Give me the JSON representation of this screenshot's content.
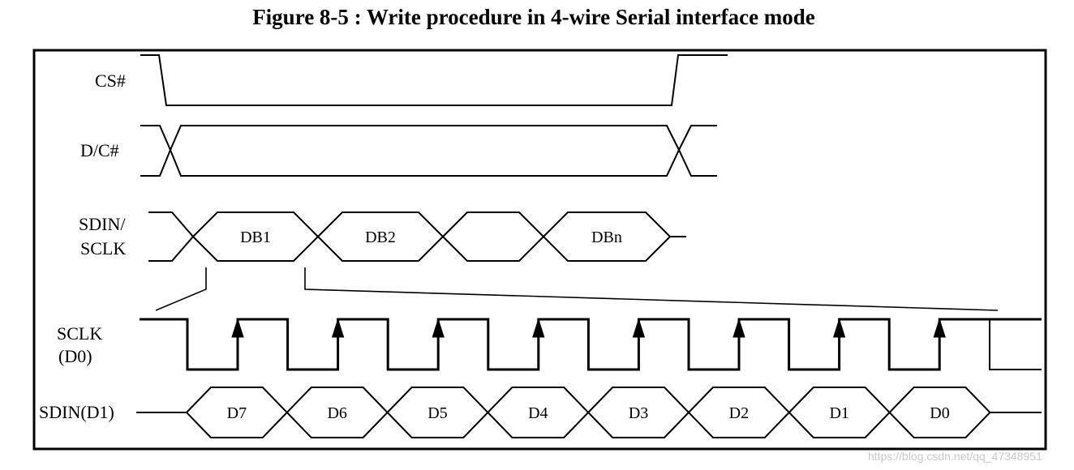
{
  "title": "Figure 8-5 : Write procedure in 4-wire Serial interface mode",
  "signals": {
    "cs": "CS#",
    "dc": "D/C#",
    "sdin_sclk_line1": "SDIN/",
    "sdin_sclk_line2": "SCLK",
    "sclk_line1": "SCLK",
    "sclk_line2": "(D0)",
    "sdin_d1": "SDIN(D1)"
  },
  "bytes": [
    "DB1",
    "DB2",
    "",
    "DBn"
  ],
  "bits": [
    "D7",
    "D6",
    "D5",
    "D4",
    "D3",
    "D2",
    "D1",
    "D0"
  ],
  "watermark": "https://blog.csdn.net/qq_47348951"
}
